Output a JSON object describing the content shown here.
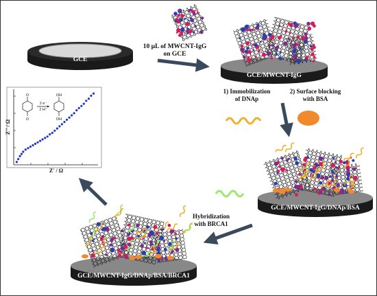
{
  "figure": {
    "frame_color": "#333333",
    "arrow_color": "#3a4a5c",
    "electrode_top_color": "#d9d9d9",
    "electrode_side_color": "#1a1a1a",
    "nanotube_color": "#222222",
    "igg_colors": [
      "#d21f5a",
      "#7a2d8c",
      "#2b3fa8"
    ],
    "dnap_color": "#f0b030",
    "bsa_color": "#f08a2c",
    "brca1_color": "#9be86a"
  },
  "steps": {
    "bare_electrode_label": "GCE",
    "step1_line1": "10 µL of MWCNT-IgG",
    "step1_line2": "on GCE",
    "modified_electrode_label": "GCE/MWCNT-IgG",
    "step2a_line1": "1) Immobilization",
    "step2a_line2": "of DNAp",
    "step2b_line1": "2) Surface blocking",
    "step2b_line2": "with BSA",
    "bsa_electrode_label": "GCE/MWCNT-IgG/DNAp/BSA",
    "step3_line1": "Hybridization",
    "step3_line2": "with BRCA1",
    "final_electrode_label": "GCE/MWCNT-IgG/DNAp/BSA/BRCA1"
  },
  "inset": {
    "xlabel": "Z' / Ω",
    "ylabel": "Z'' / Ω",
    "reaction_top": "2 e⁻",
    "reaction_bottom": "2 H⁺",
    "reactant_label_top": "O",
    "reactant_label_bottom": "O",
    "product_label_top": "OH",
    "product_label_bottom": "OH",
    "point_color": "#2236c8"
  },
  "chart_data": {
    "type": "scatter",
    "xlabel": "Z' / Ω",
    "ylabel": "Z'' / Ω",
    "series": [
      {
        "name": "",
        "x": [
          0.02,
          0.04,
          0.06,
          0.08,
          0.1,
          0.13,
          0.16,
          0.19,
          0.22,
          0.25,
          0.28,
          0.31,
          0.34,
          0.37,
          0.4,
          0.43,
          0.46,
          0.49,
          0.52,
          0.55,
          0.58,
          0.61,
          0.64,
          0.67,
          0.7,
          0.73,
          0.76,
          0.79,
          0.82,
          0.85,
          0.88,
          0.91,
          0.94,
          0.97
        ],
        "y": [
          0.02,
          0.06,
          0.1,
          0.13,
          0.16,
          0.19,
          0.21,
          0.23,
          0.25,
          0.27,
          0.29,
          0.31,
          0.33,
          0.35,
          0.37,
          0.4,
          0.42,
          0.45,
          0.48,
          0.51,
          0.54,
          0.57,
          0.6,
          0.63,
          0.66,
          0.69,
          0.73,
          0.76,
          0.79,
          0.82,
          0.86,
          0.89,
          0.93,
          0.96
        ]
      }
    ]
  }
}
